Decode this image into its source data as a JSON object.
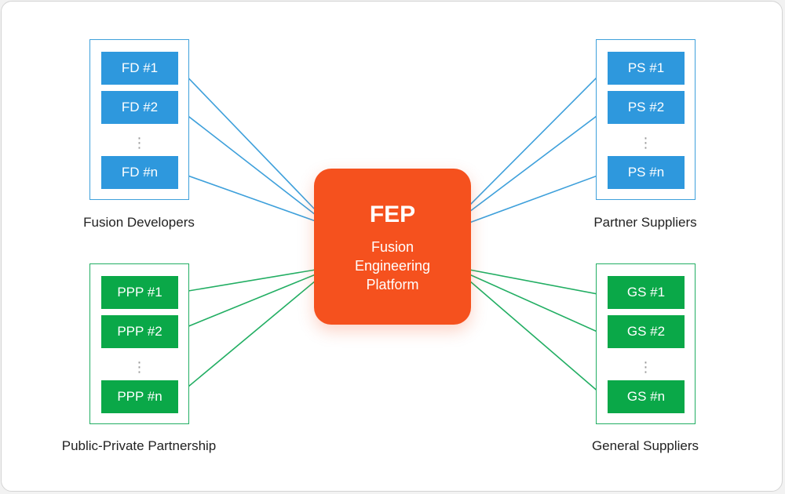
{
  "hub": {
    "acronym": "FEP",
    "name_lines": [
      "Fusion",
      "Engineering",
      "Platform"
    ]
  },
  "groups": {
    "fusion_developers": {
      "label": "Fusion Developers",
      "nodes": [
        "FD #1",
        "FD #2",
        "FD #n"
      ],
      "ellipsis": "⋮"
    },
    "partner_suppliers": {
      "label": "Partner Suppliers",
      "nodes": [
        "PS #1",
        "PS #2",
        "PS #n"
      ],
      "ellipsis": "⋮"
    },
    "public_private_partnership": {
      "label": "Public-Private Partnership",
      "nodes": [
        "PPP #1",
        "PPP #2",
        "PPP #n"
      ],
      "ellipsis": "⋮"
    },
    "general_suppliers": {
      "label": "General Suppliers",
      "nodes": [
        "GS #1",
        "GS #2",
        "GS #n"
      ],
      "ellipsis": "⋮"
    }
  },
  "colors": {
    "hub": "#f5511e",
    "blue_node": "#2e98dd",
    "blue_line": "#3ea0db",
    "green_node": "#0aa848",
    "green_line": "#22ae63"
  }
}
